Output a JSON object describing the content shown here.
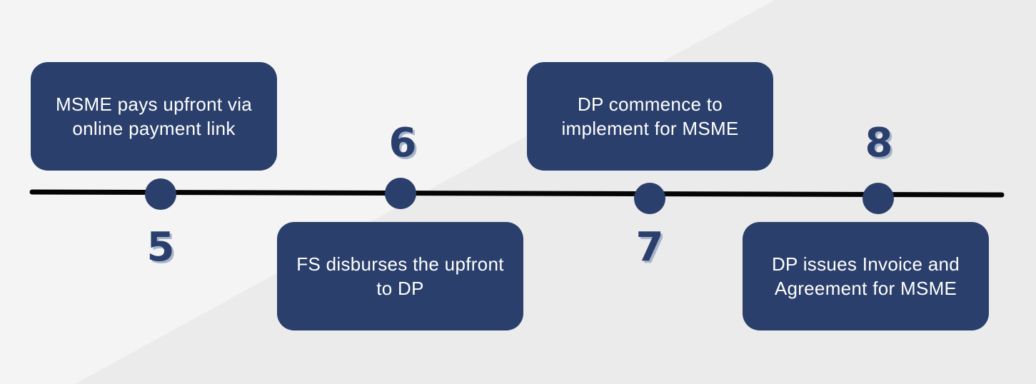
{
  "colors": {
    "background_light": "#f4f4f5",
    "background_dark": "#ebebec",
    "card": "#2a3f6b",
    "line": "#050505",
    "node": "#2a3f6b",
    "number": "#2a3f6b",
    "number_shadow": "#a9b4cb"
  },
  "steps": [
    {
      "number": "5",
      "text": "MSME pays upfront via online payment link"
    },
    {
      "number": "6",
      "text": "FS disburses the upfront to DP"
    },
    {
      "number": "7",
      "text": "DP commence to implement for MSME"
    },
    {
      "number": "8",
      "text": "DP issues Invoice and Agreement for MSME"
    }
  ]
}
